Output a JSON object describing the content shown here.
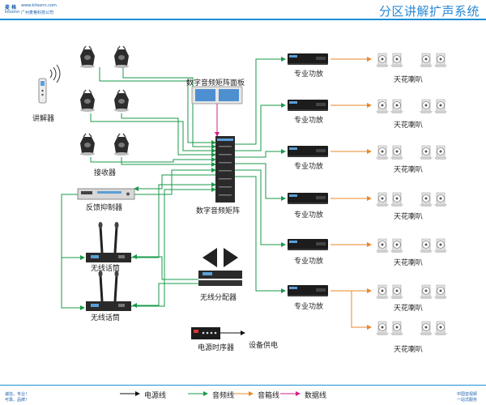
{
  "header": {
    "logo_mark": "麦 格",
    "logo_brand": "kitsonn",
    "logo_url": "www.kitsonn.com",
    "logo_company": "广州麦格科技公司",
    "title": "分区讲解扩声系统"
  },
  "labels": {
    "guide_device": "讲解器",
    "receiver": "接收器",
    "feedback_suppressor": "反馈抑制器",
    "wireless_mic_1": "无线话筒",
    "wireless_mic_2": "无线话筒",
    "antenna_distributor": "无线分配器",
    "power_sequencer": "电源时序器",
    "equipment_power": "设备供电",
    "matrix_panel": "数字音频矩阵面板",
    "matrix": "数字音频矩阵",
    "amplifier": "专业功放",
    "ceiling_speaker": "天花喇叭"
  },
  "legend": [
    {
      "label": "电源线",
      "color": "#111111"
    },
    {
      "label": "音频线",
      "color": "#1a9a4a"
    },
    {
      "label": "音箱线",
      "color": "#e8882a"
    },
    {
      "label": "数据线",
      "color": "#d4208a"
    }
  ],
  "footer": {
    "left_line1": "诚信，专业！",
    "left_line2": "可靠，品牌！",
    "right_line1": "中国音视频",
    "right_line2": "一站式服务"
  }
}
